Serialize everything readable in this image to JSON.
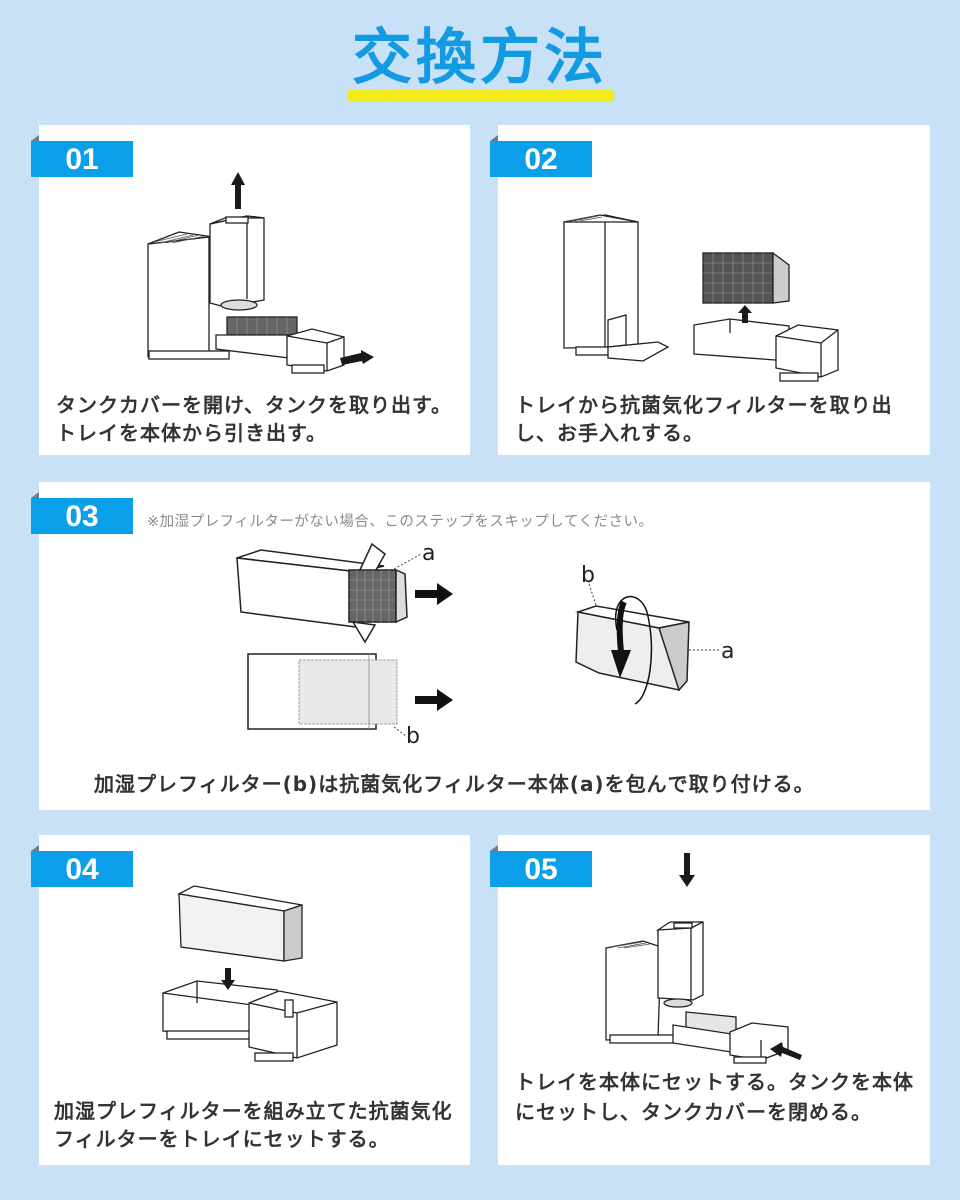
{
  "title": "交換方法",
  "colors": {
    "background": "#c9e1f6",
    "accent_blue": "#0a9fe8",
    "title_blue": "#129be3",
    "highlight_yellow": "#f2eb1c",
    "card": "#ffffff",
    "text": "#333333"
  },
  "steps": [
    {
      "number": "01",
      "caption": "タンクカバーを開け、タンクを取り出す。トレイを本体から引き出す。",
      "illustration": "unit-tank-removed-tray-pulled"
    },
    {
      "number": "02",
      "caption": "トレイから抗菌気化フィルターを取り出し、お手入れする。",
      "illustration": "filter-lifted-from-tray"
    },
    {
      "number": "03",
      "note": "※加湿プレフィルターがない場合、このステップをスキップしてください。",
      "caption": "加湿プレフィルター(b)は抗菌気化フィルター本体(a)を包んで取り付ける。",
      "labels": {
        "a": "a",
        "b": "b"
      },
      "illustration": "prefilter-wrap"
    },
    {
      "number": "04",
      "caption": "加湿プレフィルターを組み立てた抗菌気化フィルターをトレイにセットする。",
      "illustration": "filter-into-tray"
    },
    {
      "number": "05",
      "caption": "トレイを本体にセットする。タンクを本体にセットし、タンクカバーを閉める。",
      "illustration": "tray-and-tank-inserted"
    }
  ]
}
